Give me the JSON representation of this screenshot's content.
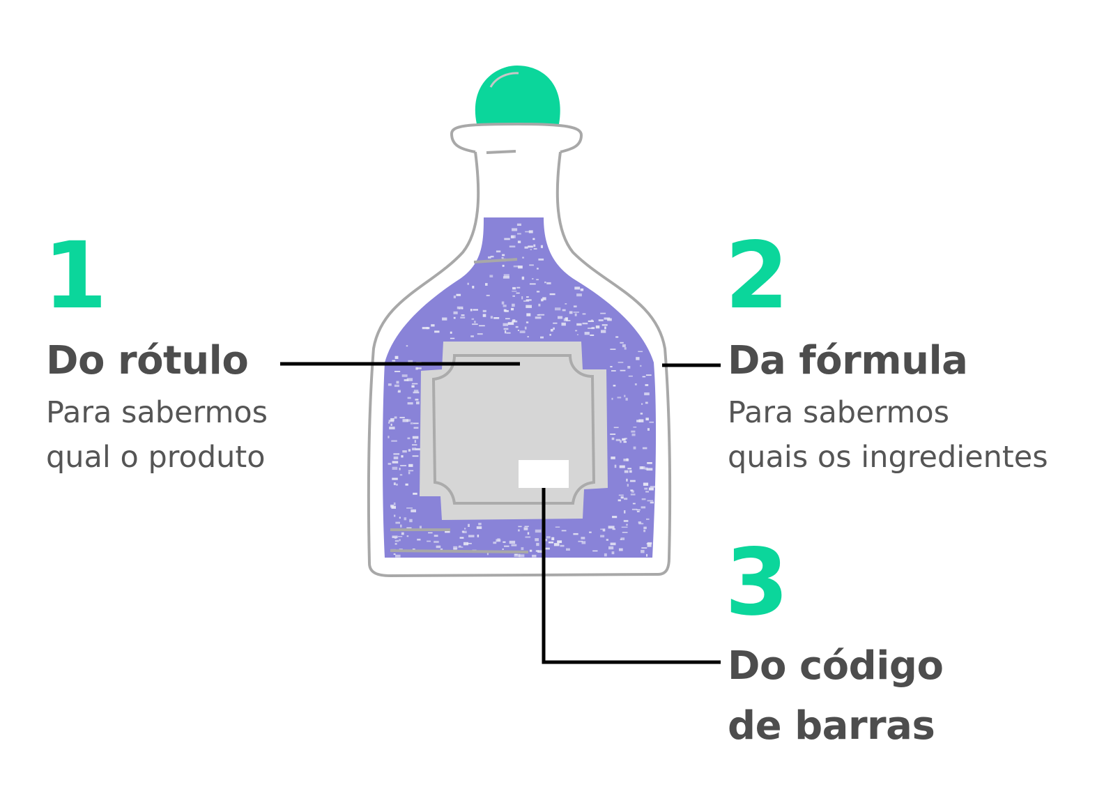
{
  "colors": {
    "accent": "#0bd69b",
    "liquid": "#8983d8",
    "label": "#d6d6d6",
    "outline": "#a8a8a8",
    "text": "#4d4d4d",
    "line": "#000000"
  },
  "items": [
    {
      "number": "1",
      "title": "Do rótulo",
      "lines": [
        "Para sabermos",
        "qual o produto"
      ]
    },
    {
      "number": "2",
      "title": "Da fórmula",
      "lines": [
        "Para sabermos",
        "quais os ingredientes"
      ]
    },
    {
      "number": "3",
      "title_lines": [
        "Do código",
        "de barras"
      ]
    }
  ]
}
